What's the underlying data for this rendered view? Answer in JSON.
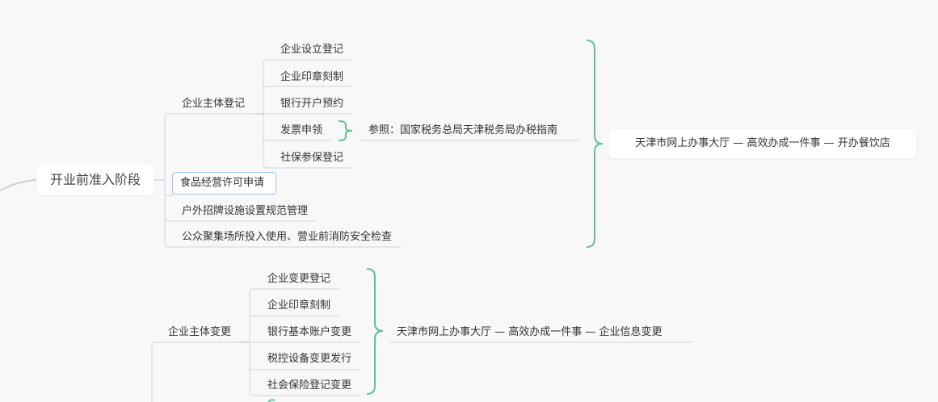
{
  "mindmap": {
    "stage1": {
      "title": "开业前准入阶段",
      "branches": [
        {
          "label": "企业主体登记",
          "children": [
            {
              "label": "企业设立登记"
            },
            {
              "label": "企业印章刻制"
            },
            {
              "label": "银行开户预约"
            },
            {
              "label": "发票申领",
              "summary": "参照：国家税务总局天津税务局办税指南"
            },
            {
              "label": "社保参保登记"
            }
          ]
        },
        {
          "label": "食品经营许可申请",
          "selected": true
        },
        {
          "label": "户外招牌设施设置规范管理"
        },
        {
          "label": "公众聚集场所投入使用、营业前消防安全检查"
        }
      ],
      "summary": "天津市网上办事大厅 — 高效办成一件事 — 开办餐饮店"
    },
    "stage2": {
      "branches": [
        {
          "label": "企业主体变更",
          "children": [
            {
              "label": "企业变更登记"
            },
            {
              "label": "企业印章刻制"
            },
            {
              "label": "银行基本账户变更"
            },
            {
              "label": "税控设备变更发行"
            },
            {
              "label": "社会保险登记变更"
            }
          ]
        }
      ],
      "summary": "天津市网上办事大厅 — 高效办成一件事 — 企业信息变更"
    }
  },
  "colors": {
    "background": "#f8f8f8",
    "line": "#d5d5d5",
    "brace": "#5cc58e",
    "selected_border": "#9cc6ee",
    "text": "#333333"
  }
}
